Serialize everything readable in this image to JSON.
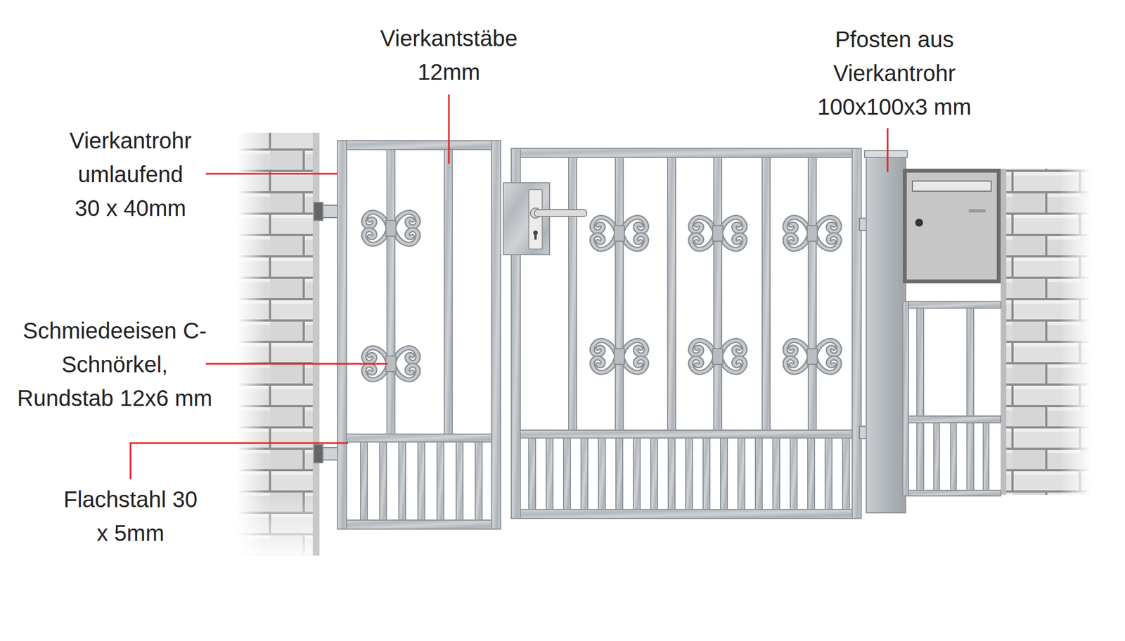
{
  "diagram": {
    "labels": [
      "Vierkantstäbe 12mm",
      "Pfosten aus Vierkantrohr 100x100x3 mm",
      "Vierkantrohr umlaufend 30 x 40mm",
      "Schmiedeeisen C-Schnörkel, Rundstab 12x6 mm",
      "Flachstahl 30 x 5mm"
    ]
  }
}
